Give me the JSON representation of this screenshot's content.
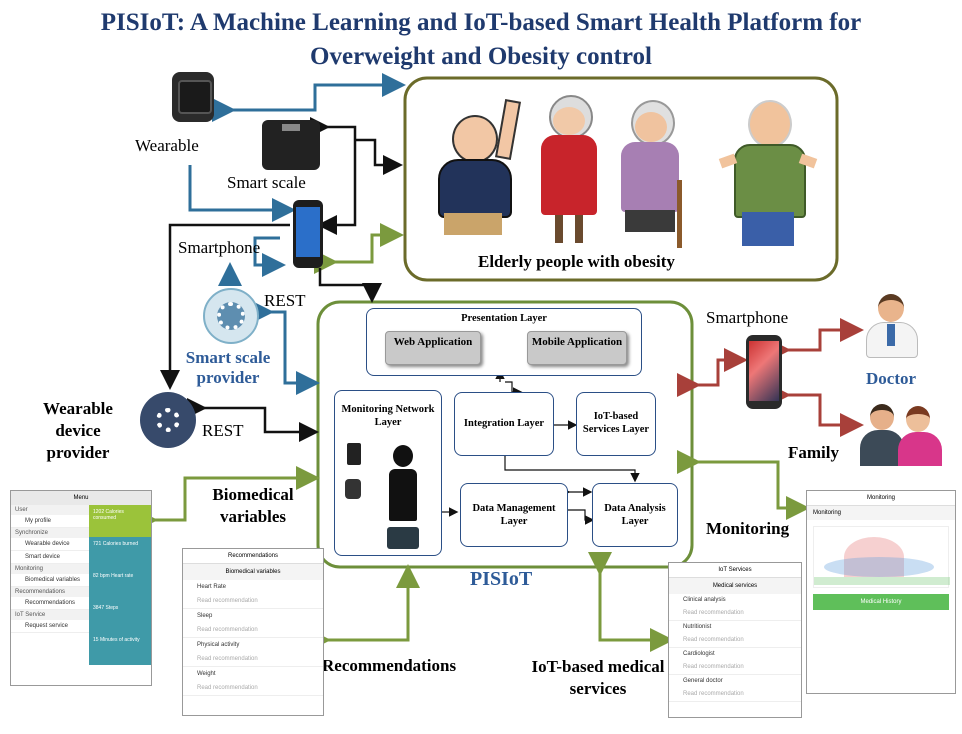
{
  "title": {
    "line1": "PISIoT: A Machine Learning and IoT-based Smart Health Platform for",
    "line2": "Overweight and Obesity control"
  },
  "labels": {
    "wearable": "Wearable",
    "smart_scale": "Smart scale",
    "smartphone_left": "Smartphone",
    "rest_top": "REST",
    "smart_scale_provider": "Smart scale provider",
    "wearable_device_provider": "Wearable device provider",
    "rest_bottom": "REST",
    "elderly": "Elderly  people with obesity",
    "smartphone_right": "Smartphone",
    "doctor": "Doctor",
    "family": "Family",
    "biomedical_variables": "Biomedical variables",
    "monitoring": "Monitoring",
    "pisiot": "PISIoT",
    "recommendations": "Recommendations",
    "iot_medical": "IoT-based medical services"
  },
  "platform": {
    "presentation_layer": "Presentation Layer",
    "web_app": "Web Application",
    "mobile_app": "Mobile Application",
    "monitoring_network": "Monitoring Network Layer",
    "integration": "Integration Layer",
    "iot_services": "IoT-based Services Layer",
    "data_management": "Data Management Layer",
    "data_analysis": "Data Analysis Layer"
  },
  "screens": {
    "menu": {
      "header": "Menu",
      "items": [
        "User",
        "My profile",
        "Synchronize",
        "Wearable device",
        "Smart device",
        "Monitoring",
        "Biomedical variables",
        "Recommendations",
        "Recommendations",
        "IoT Service",
        "Request service"
      ],
      "tiles": [
        "1202 Calories consumed",
        "721 Calories burned",
        "82 bpm Heart rate",
        "3847 Steps",
        "15 Minutes of activity"
      ]
    },
    "recommendations": {
      "header": "Recommendations",
      "subheader": "Biomedical variables",
      "items": [
        "Heart Rate",
        "Sleep",
        "Physical activity",
        "Weight"
      ],
      "hint": "Read recommendation"
    },
    "iot": {
      "header": "IoT Services",
      "subheader": "Medical services",
      "items": [
        "Clinical analysis",
        "Nutritionist",
        "Cardiologist",
        "General doctor"
      ],
      "hint": "Read recommendation"
    },
    "monitor": {
      "header": "Monitoring",
      "subheader": "Monitoring",
      "button": "Medical History"
    }
  },
  "colors": {
    "title": "#1f3a6e",
    "blue_arrow": "#2f6f9a",
    "green_arrow": "#7b9a3e",
    "red_arrow": "#a8403a",
    "olive_border": "#6b6b2a",
    "green_border": "#6d8f3a"
  }
}
